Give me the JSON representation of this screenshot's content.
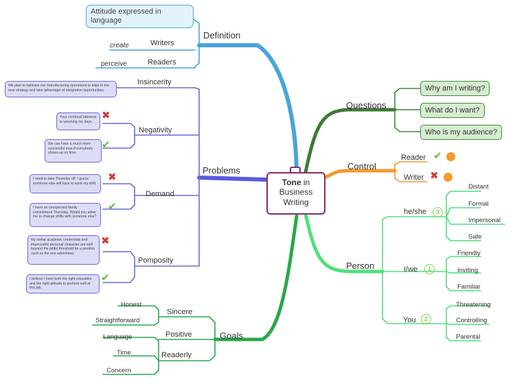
{
  "center": {
    "bold": "Tone",
    "rest_line1": "in",
    "line2": "Business",
    "line3": "Writing"
  },
  "definition": {
    "label": "Definition",
    "box": "Attitude expressed in language",
    "writers": "Writers",
    "create": "create",
    "readers": "Readers",
    "perceive": "perceive"
  },
  "problems": {
    "label": "Problems",
    "insincerity": "Insincerity",
    "insincerity_note": "We plan to rightsize our manufacturing operations to align to the new strategy and take advantage of integration opportunities.",
    "negativity": "Negativity",
    "negativity_bad": "Your continual lateness is wrecking my days.",
    "negativity_good": "We can have a much more successful mee if everybody shows up on time.",
    "demand": "Demand",
    "demand_bad": "I need to take Thursday off. I guess someone else will have to work my shift.",
    "demand_good": "I have an unexpected family commitment Thursday. Would you allow me to change shifts with someone else?",
    "pomposity": "Pomposity",
    "pomposity_bad": "My stellar academic credentials and impeccable personal character are well beyond the pitiful threshold for a position such as the one advertised.",
    "pomposity_good": "I believe I have both the right education and the right attitude to perform well at this job."
  },
  "goals": {
    "label": "Goals",
    "sincere": "Sincere",
    "honest": "Honest",
    "straightforward": "Straightforward",
    "positive": "Positive",
    "readerly": "Readerly",
    "language": "Language",
    "time": "Time",
    "concern": "Concern"
  },
  "questions": {
    "label": "Questions",
    "items": [
      "Why am I writing?",
      "What do I want?",
      "Who is my audience?"
    ]
  },
  "control": {
    "label": "Control",
    "reader": "Reader",
    "writer": "Writer"
  },
  "person": {
    "label": "Person",
    "heshe": "he/she",
    "heshe_num": "3",
    "heshe_items": [
      "Distant",
      "Formal",
      "Impersonal",
      "Safe"
    ],
    "iwe": "I/we",
    "iwe_num": "1",
    "iwe_items": [
      "Friendly",
      "Inviting",
      "Familiar"
    ],
    "you": "You",
    "you_num": "2",
    "you_items": [
      "Threatening",
      "Controlling",
      "Parental"
    ]
  },
  "colors": {
    "definition": "#4aa3dc",
    "problems": "#6a6ad8",
    "goals": "#2aa84a",
    "questions": "#3f8a3a",
    "control": "#f59a2a",
    "person": "#4fe07a",
    "center_border": "#8a2a6a"
  }
}
